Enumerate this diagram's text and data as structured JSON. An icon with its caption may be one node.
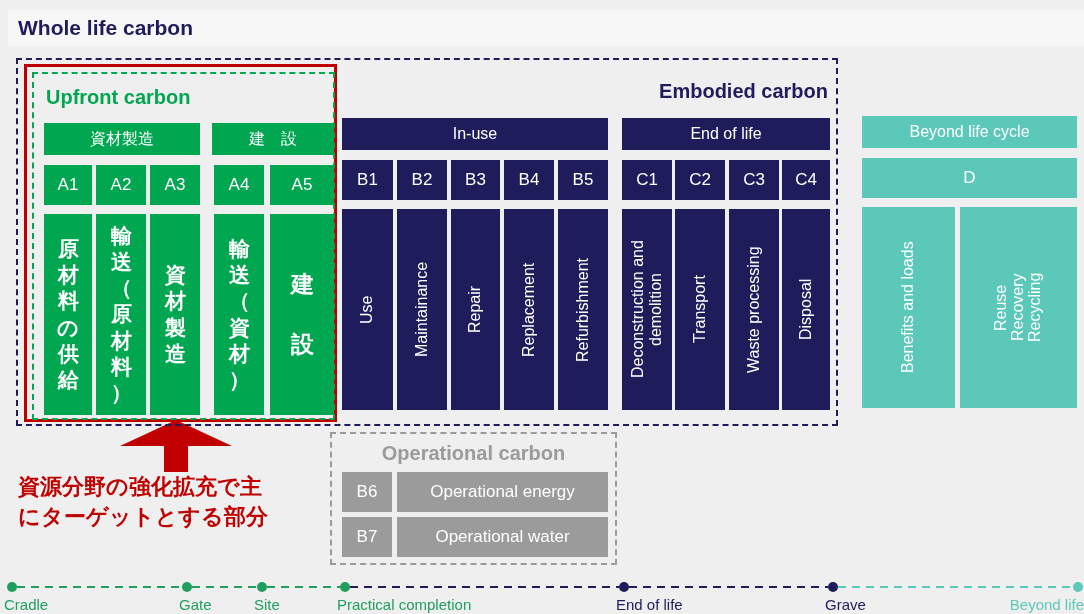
{
  "diagram": {
    "title": "Whole life carbon",
    "nodes": [
      {
        "text": [
          "Embodied carbon"
        ]
      },
      {
        "text": [],
        "shape": "box",
        "in": 0
      },
      {
        "text": [
          "Upfront carbon"
        ],
        "in": 1
      },
      {
        "text": [
          "資材製造"
        ],
        "in": 2
      },
      {
        "text": [
          "建　設"
        ],
        "in": 2
      },
      {
        "text": [
          "A1"
        ],
        "in": 2
      },
      {
        "text": [
          "A2"
        ],
        "in": 2
      },
      {
        "text": [
          "A3"
        ],
        "in": 2
      },
      {
        "text": [
          "A4"
        ],
        "in": 2
      },
      {
        "text": [
          "A5"
        ],
        "in": 2
      },
      {
        "text": [
          "原材料の供給"
        ],
        "in": 2
      },
      {
        "text": [
          "輸送（原材料）"
        ],
        "in": 2
      },
      {
        "text": [
          "資材製造"
        ],
        "in": 2
      },
      {
        "text": [
          "輸送（資材）"
        ],
        "in": 2
      },
      {
        "text": [
          "建設"
        ],
        "in": 2
      },
      {
        "text": [
          "In-use"
        ],
        "in": 0
      },
      {
        "text": [
          "End of life"
        ],
        "in": 0
      },
      {
        "text": [
          "B1"
        ],
        "in": 0
      },
      {
        "text": [
          "B2"
        ],
        "in": 0
      },
      {
        "text": [
          "B3"
        ],
        "in": 0
      },
      {
        "text": [
          "B4"
        ],
        "in": 0
      },
      {
        "text": [
          "B5"
        ],
        "in": 0
      },
      {
        "text": [
          "C1"
        ],
        "in": 0
      },
      {
        "text": [
          "C2"
        ],
        "in": 0
      },
      {
        "text": [
          "C3"
        ],
        "in": 0
      },
      {
        "text": [
          "C4"
        ],
        "in": 0
      },
      {
        "text": [
          "Use"
        ],
        "in": 0
      },
      {
        "text": [
          "Maintainance"
        ],
        "in": 0
      },
      {
        "text": [
          "Repair"
        ],
        "in": 0
      },
      {
        "text": [
          "Replacement"
        ],
        "in": 0
      },
      {
        "text": [
          "Refurbishment"
        ],
        "in": 0
      },
      {
        "text": [
          "Deconstruction and demolition"
        ],
        "in": 0
      },
      {
        "text": [
          "Transport"
        ],
        "in": 0
      },
      {
        "text": [
          "Waste processing"
        ],
        "in": 0
      },
      {
        "text": [
          "Disposal"
        ],
        "in": 0
      },
      {
        "text": [
          "Beyond life cycle"
        ]
      },
      {
        "text": [
          "D"
        ]
      },
      {
        "text": [
          "Benefits and loads"
        ]
      },
      {
        "text": [
          "Reuse Recovery Recycling"
        ]
      },
      {
        "text": [
          "Operational carbon"
        ]
      },
      {
        "text": [
          "B6"
        ],
        "in": 39
      },
      {
        "text": [
          "Operational energy"
        ],
        "in": 39
      },
      {
        "text": [
          "B7"
        ],
        "in": 39
      },
      {
        "text": [
          "Operational water"
        ],
        "in": 39
      },
      {
        "text": [
          "資源分野の強化拡充で主にターゲットとする部分"
        ]
      },
      {
        "text": [],
        "shape": "circle",
        "beside": [
          "Cradle"
        ]
      },
      {
        "text": [],
        "shape": "circle",
        "beside": [
          "Gate"
        ]
      },
      {
        "text": [],
        "shape": "circle",
        "beside": [
          "Site"
        ]
      },
      {
        "text": [],
        "shape": "circle",
        "beside": [
          "Practical completion"
        ]
      },
      {
        "text": [],
        "shape": "circle",
        "beside": [
          "End of life"
        ]
      },
      {
        "text": [],
        "shape": "circle",
        "beside": [
          "Grave"
        ]
      },
      {
        "text": [],
        "shape": "circle",
        "beside": [
          "Beyond life"
        ]
      }
    ],
    "edges": [
      {
        "from": 44,
        "to": 1,
        "arrow": "to",
        "style": "thick",
        "color": "#c00000"
      },
      {
        "from": 45,
        "to": 46,
        "arrow": "none",
        "style": "dashed",
        "color": "#1f9e5e"
      },
      {
        "from": 46,
        "to": 47,
        "arrow": "none",
        "style": "dashed",
        "color": "#1f9e5e"
      },
      {
        "from": 47,
        "to": 48,
        "arrow": "none",
        "style": "dashed",
        "color": "#1f9e5e"
      },
      {
        "from": 48,
        "to": 49,
        "arrow": "none",
        "style": "dashed",
        "color": "#1e1c5a"
      },
      {
        "from": 49,
        "to": 50,
        "arrow": "none",
        "style": "dashed",
        "color": "#1e1c5a"
      },
      {
        "from": 50,
        "to": 51,
        "arrow": "none",
        "style": "dashed",
        "color": "#5cc8b9"
      }
    ]
  }
}
